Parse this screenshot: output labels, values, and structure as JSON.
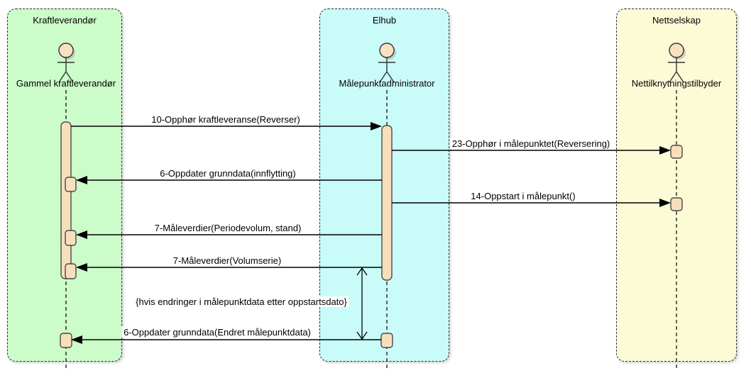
{
  "diagram": {
    "type": "uml-sequence-diagram",
    "lanes": [
      {
        "title": "Kraftleverandør",
        "actor": "Gammel kraftleverandør",
        "fill": "#cbfcc9"
      },
      {
        "title": "Elhub",
        "actor": "Målepunktadministrator",
        "fill": "#c9fbf9"
      },
      {
        "title": "Nettselskap",
        "actor": "Nettilknytningstilbyder",
        "fill": "#fcfbd6"
      }
    ],
    "messages": [
      {
        "label": "10-Opphør kraftleveranse(Reverser)",
        "from": "Gammel kraftleverandør",
        "to": "Målepunktadministrator",
        "direction": "right"
      },
      {
        "label": "23-Opphør i målepunktet(Reversering)",
        "from": "Målepunktadministrator",
        "to": "Nettilknytningstilbyder",
        "direction": "right"
      },
      {
        "label": "6-Oppdater grunndata(innflytting)",
        "from": "Målepunktadministrator",
        "to": "Gammel kraftleverandør",
        "direction": "left"
      },
      {
        "label": "14-Oppstart i målepunkt()",
        "from": "Målepunktadministrator",
        "to": "Nettilknytningstilbyder",
        "direction": "right"
      },
      {
        "label": "7-Måleverdier(Periodevolum, stand)",
        "from": "Målepunktadministrator",
        "to": "Gammel kraftleverandør",
        "direction": "left"
      },
      {
        "label": "7-Måleverdier(Volumserie)",
        "from": "Målepunktadministrator",
        "to": "Gammel kraftleverandør",
        "direction": "left"
      },
      {
        "label": "6-Oppdater grunndata(Endret målepunktdata)",
        "from": "Målepunktadministrator",
        "to": "Gammel kraftleverandør",
        "direction": "left"
      }
    ],
    "note": "{hvis endringer i målepunktdata etter oppstartsdato}",
    "colors": {
      "lane_green": "#cbfcc9",
      "lane_cyan": "#c9fbf9",
      "lane_yellow": "#fcfbd6",
      "activation_fill": "#f7dfbc",
      "actor_head_fill": "#f9e2c4",
      "line": "#000000",
      "border": "#2e2e2e"
    }
  }
}
